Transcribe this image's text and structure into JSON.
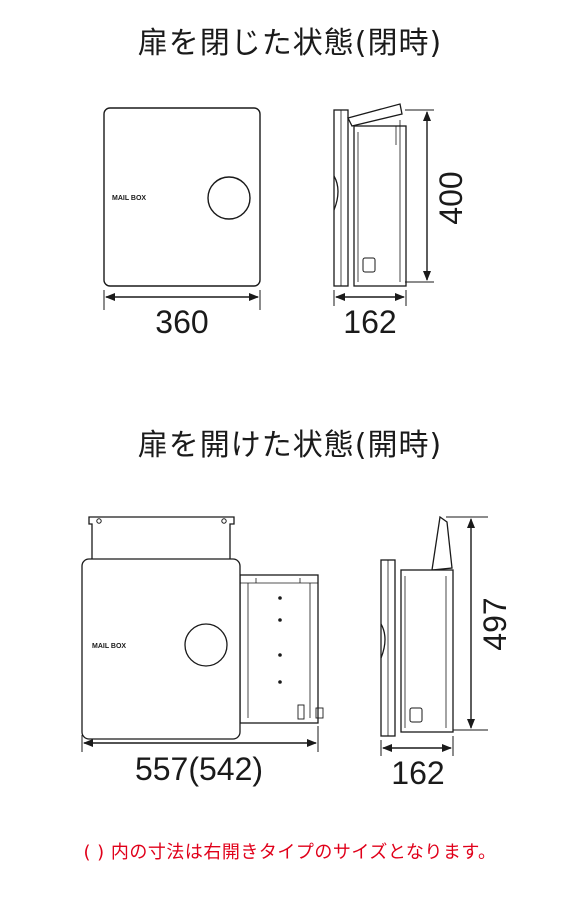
{
  "closed_view": {
    "title": "扉を閉じた状態(閉時)",
    "front_label": "MAIL BOX",
    "width_label": "360",
    "depth_label": "162",
    "height_label": "400"
  },
  "open_view": {
    "title": "扉を開けた状態(開時)",
    "front_label": "MAIL BOX",
    "width_label": "557(542)",
    "depth_label": "162",
    "height_label": "497"
  },
  "footnote": "( ) 内の寸法は右開きタイプのサイズとなります。"
}
